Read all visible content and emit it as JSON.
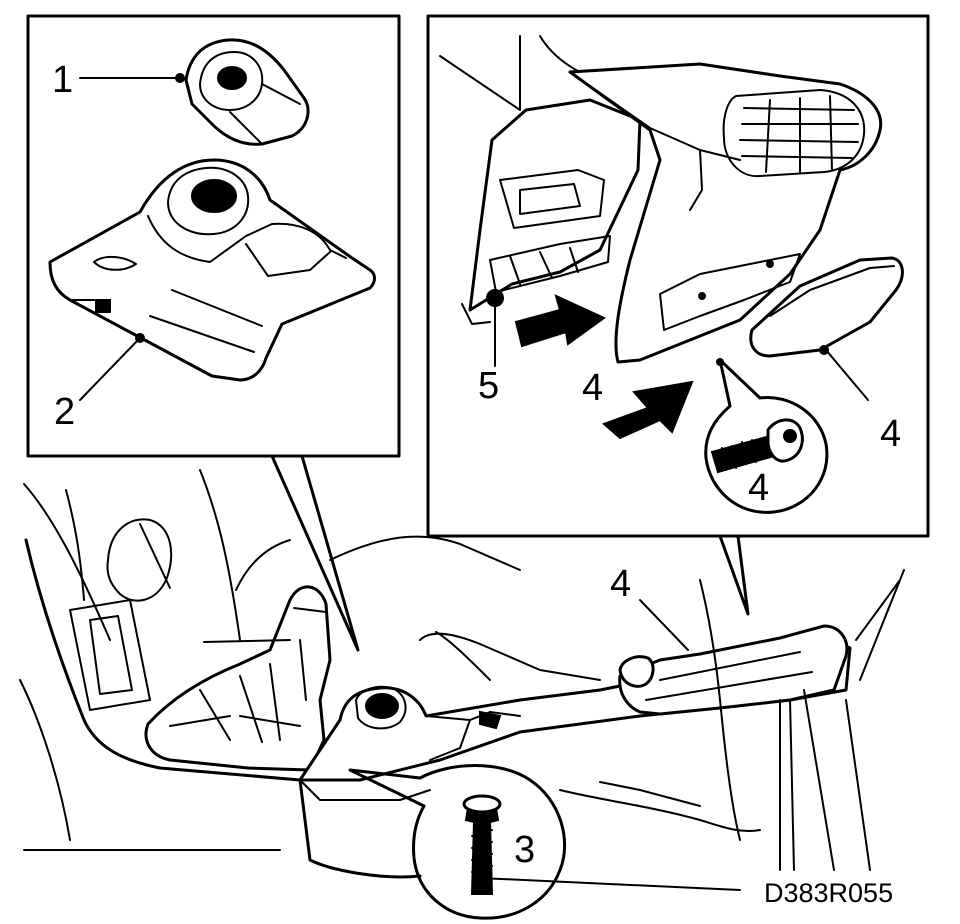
{
  "callouts": {
    "c1": "1",
    "c2": "2",
    "c3": "3",
    "c4_top_left": "4",
    "c4_top_right": "4",
    "c4_screw": "4",
    "c4_bottom": "4",
    "c5": "5"
  },
  "figure_code": "D383R055"
}
